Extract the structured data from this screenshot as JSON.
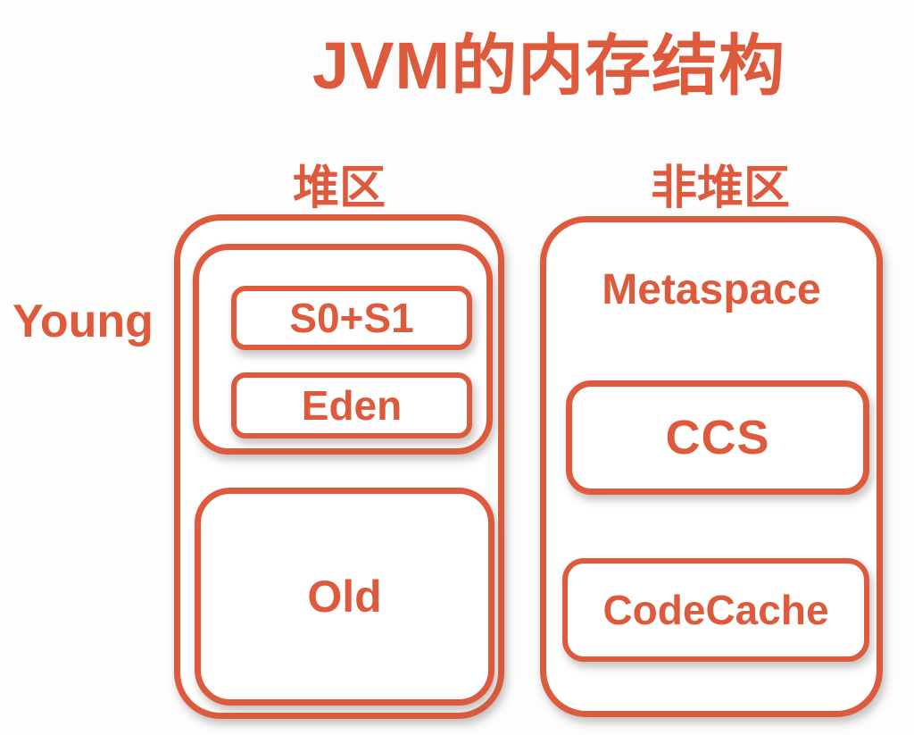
{
  "title": "JVM的内存结构",
  "colors": {
    "accent": "#DE5A3C",
    "background": "#FDFDFD"
  },
  "heap": {
    "section_label": "堆区",
    "young_label": "Young",
    "s0s1_label": "S0+S1",
    "eden_label": "Eden",
    "old_label": "Old"
  },
  "non_heap": {
    "section_label": "非堆区",
    "metaspace_label": "Metaspace",
    "ccs_label": "CCS",
    "codecache_label": "CodeCache"
  }
}
